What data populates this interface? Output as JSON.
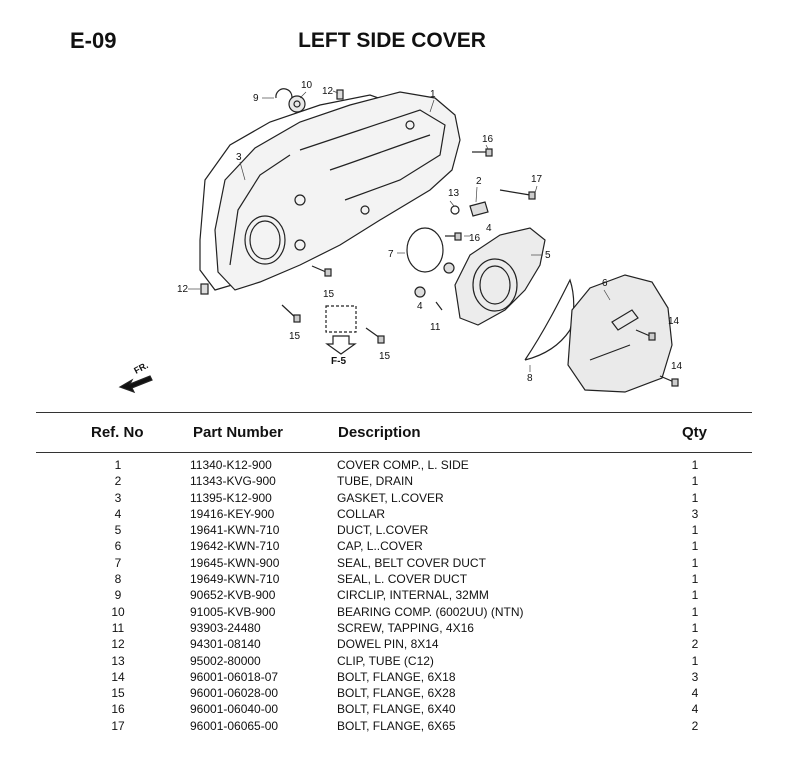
{
  "page": {
    "code": "E-09",
    "title": "LEFT SIDE COVER"
  },
  "diagram": {
    "callouts": [
      "1",
      "2",
      "3",
      "4",
      "4",
      "5",
      "6",
      "7",
      "8",
      "9",
      "10",
      "11",
      "12",
      "12",
      "13",
      "14",
      "14",
      "15",
      "15",
      "15",
      "16",
      "16",
      "17"
    ],
    "direction_label": "FR.",
    "reference_label": "F-5"
  },
  "table": {
    "headers": {
      "ref": "Ref. No",
      "part": "Part Number",
      "desc": "Description",
      "qty": "Qty"
    },
    "rows": [
      {
        "ref": "1",
        "part": "11340-K12-900",
        "desc": "COVER COMP., L. SIDE",
        "qty": "1"
      },
      {
        "ref": "2",
        "part": "11343-KVG-900",
        "desc": "TUBE, DRAIN",
        "qty": "1"
      },
      {
        "ref": "3",
        "part": "11395-K12-900",
        "desc": "GASKET, L.COVER",
        "qty": "1"
      },
      {
        "ref": "4",
        "part": "19416-KEY-900",
        "desc": "COLLAR",
        "qty": "3"
      },
      {
        "ref": "5",
        "part": "19641-KWN-710",
        "desc": "DUCT, L.COVER",
        "qty": "1"
      },
      {
        "ref": "6",
        "part": "19642-KWN-710",
        "desc": "CAP, L..COVER",
        "qty": "1"
      },
      {
        "ref": "7",
        "part": "19645-KWN-900",
        "desc": "SEAL, BELT COVER DUCT",
        "qty": "1"
      },
      {
        "ref": "8",
        "part": "19649-KWN-710",
        "desc": "SEAL, L. COVER DUCT",
        "qty": "1"
      },
      {
        "ref": "9",
        "part": "90652-KVB-900",
        "desc": "CIRCLIP, INTERNAL, 32MM",
        "qty": "1"
      },
      {
        "ref": "10",
        "part": "91005-KVB-900",
        "desc": "BEARING COMP. (6002UU) (NTN)",
        "qty": "1"
      },
      {
        "ref": "11",
        "part": "93903-24480",
        "desc": "SCREW, TAPPING, 4X16",
        "qty": "1"
      },
      {
        "ref": "12",
        "part": "94301-08140",
        "desc": "DOWEL PIN, 8X14",
        "qty": "2"
      },
      {
        "ref": "13",
        "part": "95002-80000",
        "desc": "CLIP, TUBE (C12)",
        "qty": "1"
      },
      {
        "ref": "14",
        "part": "96001-06018-07",
        "desc": "BOLT, FLANGE, 6X18",
        "qty": "3"
      },
      {
        "ref": "15",
        "part": "96001-06028-00",
        "desc": "BOLT, FLANGE, 6X28",
        "qty": "4"
      },
      {
        "ref": "16",
        "part": "96001-06040-00",
        "desc": "BOLT, FLANGE, 6X40",
        "qty": "4"
      },
      {
        "ref": "17",
        "part": "96001-06065-00",
        "desc": "BOLT, FLANGE, 6X65",
        "qty": "2"
      }
    ]
  }
}
